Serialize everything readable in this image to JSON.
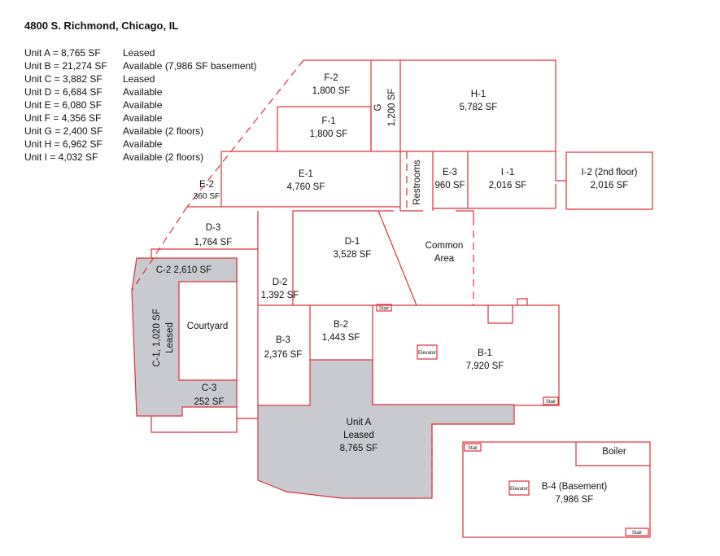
{
  "title": "4800 S. Richmond, Chicago, IL",
  "legend": [
    {
      "unit": "Unit A = 8,765 SF",
      "status": "Leased"
    },
    {
      "unit": "Unit B = 21,274 SF",
      "status": "Available (7,986 SF basement)"
    },
    {
      "unit": "Unit C = 3,882 SF",
      "status": "Leased"
    },
    {
      "unit": "Unit D = 6,684 SF",
      "status": "Available"
    },
    {
      "unit": "Unit E = 6,080 SF",
      "status": "Available"
    },
    {
      "unit": "Unit F = 4,356 SF",
      "status": "Available"
    },
    {
      "unit": "Unit G = 2,400 SF",
      "status": "Available (2 floors)"
    },
    {
      "unit": "Unit H = 6,962 SF",
      "status": "Available"
    },
    {
      "unit": "Unit I = 4,032 SF",
      "status": "Available (2 floors)"
    }
  ],
  "rooms": {
    "f2": {
      "name": "F-2",
      "area": "1,800 SF"
    },
    "f1": {
      "name": "F-1",
      "area": "1,800 SF"
    },
    "g": {
      "name": "G",
      "area": "1,200 SF"
    },
    "h1": {
      "name": "H-1",
      "area": "5,782 SF"
    },
    "e2": {
      "name": "E-2",
      "area": "360 SF"
    },
    "e1": {
      "name": "E-1",
      "area": "4,760 SF"
    },
    "restrooms": {
      "name": "Restrooms"
    },
    "e3": {
      "name": "E-3",
      "area": "960 SF"
    },
    "i1": {
      "name": "I -1",
      "area": "2,016 SF"
    },
    "i2": {
      "name": "I-2 (2nd floor)",
      "area": "2,016 SF"
    },
    "d3": {
      "name": "D-3",
      "area": "1,764 SF"
    },
    "d1": {
      "name": "D-1",
      "area": "3,528 SF"
    },
    "common": {
      "line1": "Common",
      "line2": "Area"
    },
    "c2": {
      "name": "C-2 2,610 SF"
    },
    "d2": {
      "name": "D-2",
      "area": "1,392 SF"
    },
    "c1": {
      "line1": "C-1, 1,020 SF",
      "line2": "Leased"
    },
    "courtyard": {
      "name": "Courtyard"
    },
    "b3": {
      "name": "B-3",
      "area": "2,376 SF"
    },
    "b2": {
      "name": "B-2",
      "area": "1,443 SF"
    },
    "b1": {
      "name": "B-1",
      "area": "7,920 SF"
    },
    "c3": {
      "name": "C-3",
      "area": "252 SF"
    },
    "unita": {
      "line1": "Unit A",
      "line2": "Leased",
      "line3": "8,765 SF"
    },
    "boiler": {
      "name": "Boiler"
    },
    "b4": {
      "name": "B-4 (Basement)",
      "area": "7,986 SF"
    }
  },
  "tags": {
    "stair": "Stair",
    "elevator": "Elevator"
  },
  "colors": {
    "wall": "#e0303a",
    "leased_fill": "#c9cad0"
  }
}
